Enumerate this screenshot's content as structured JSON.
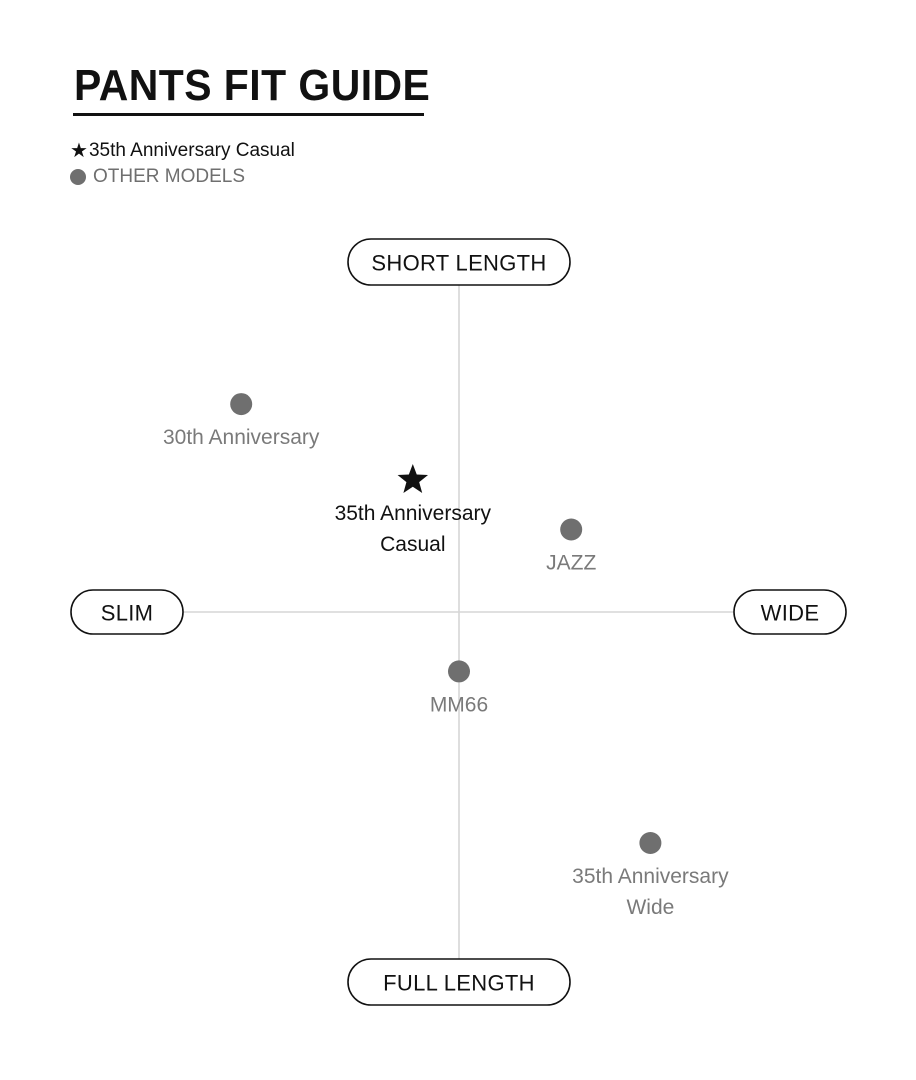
{
  "title": "PANTS FIT GUIDE",
  "legend": {
    "highlight_symbol": "★",
    "highlight_label": "35th Anniversary Casual",
    "other_label": "OTHER MODELS"
  },
  "colors": {
    "highlight": "#111111",
    "other": "#6f6f6f",
    "axis": "#d6d6d6"
  },
  "chart_data": {
    "type": "scatter",
    "title": "PANTS FIT GUIDE",
    "axes": {
      "x": {
        "negative_label": "SLIM",
        "positive_label": "WIDE",
        "range": [
          -10,
          10
        ]
      },
      "y": {
        "negative_label": "FULL LENGTH",
        "positive_label": "SHORT LENGTH",
        "range": [
          -10,
          10
        ]
      }
    },
    "grid": false,
    "legend_placement": "top-left",
    "points": [
      {
        "name": "30th Anniversary",
        "label_lines": [
          "30th Anniversary"
        ],
        "x": -6.6,
        "y": 6.3,
        "marker": "circle",
        "group": "OTHER MODELS"
      },
      {
        "name": "35th Anniversary Casual",
        "label_lines": [
          "35th Anniversary",
          "Casual"
        ],
        "x": -1.4,
        "y": 4.0,
        "marker": "star",
        "group": "35th Anniversary Casual"
      },
      {
        "name": "JAZZ",
        "label_lines": [
          "JAZZ"
        ],
        "x": 3.4,
        "y": 2.5,
        "marker": "circle",
        "group": "OTHER MODELS"
      },
      {
        "name": "MM66",
        "label_lines": [
          "MM66"
        ],
        "x": 0.0,
        "y": -1.8,
        "marker": "circle",
        "group": "OTHER MODELS"
      },
      {
        "name": "35th Anniversary Wide",
        "label_lines": [
          "35th Anniversary",
          "Wide"
        ],
        "x": 5.8,
        "y": -7.0,
        "marker": "circle",
        "group": "OTHER MODELS"
      }
    ]
  }
}
